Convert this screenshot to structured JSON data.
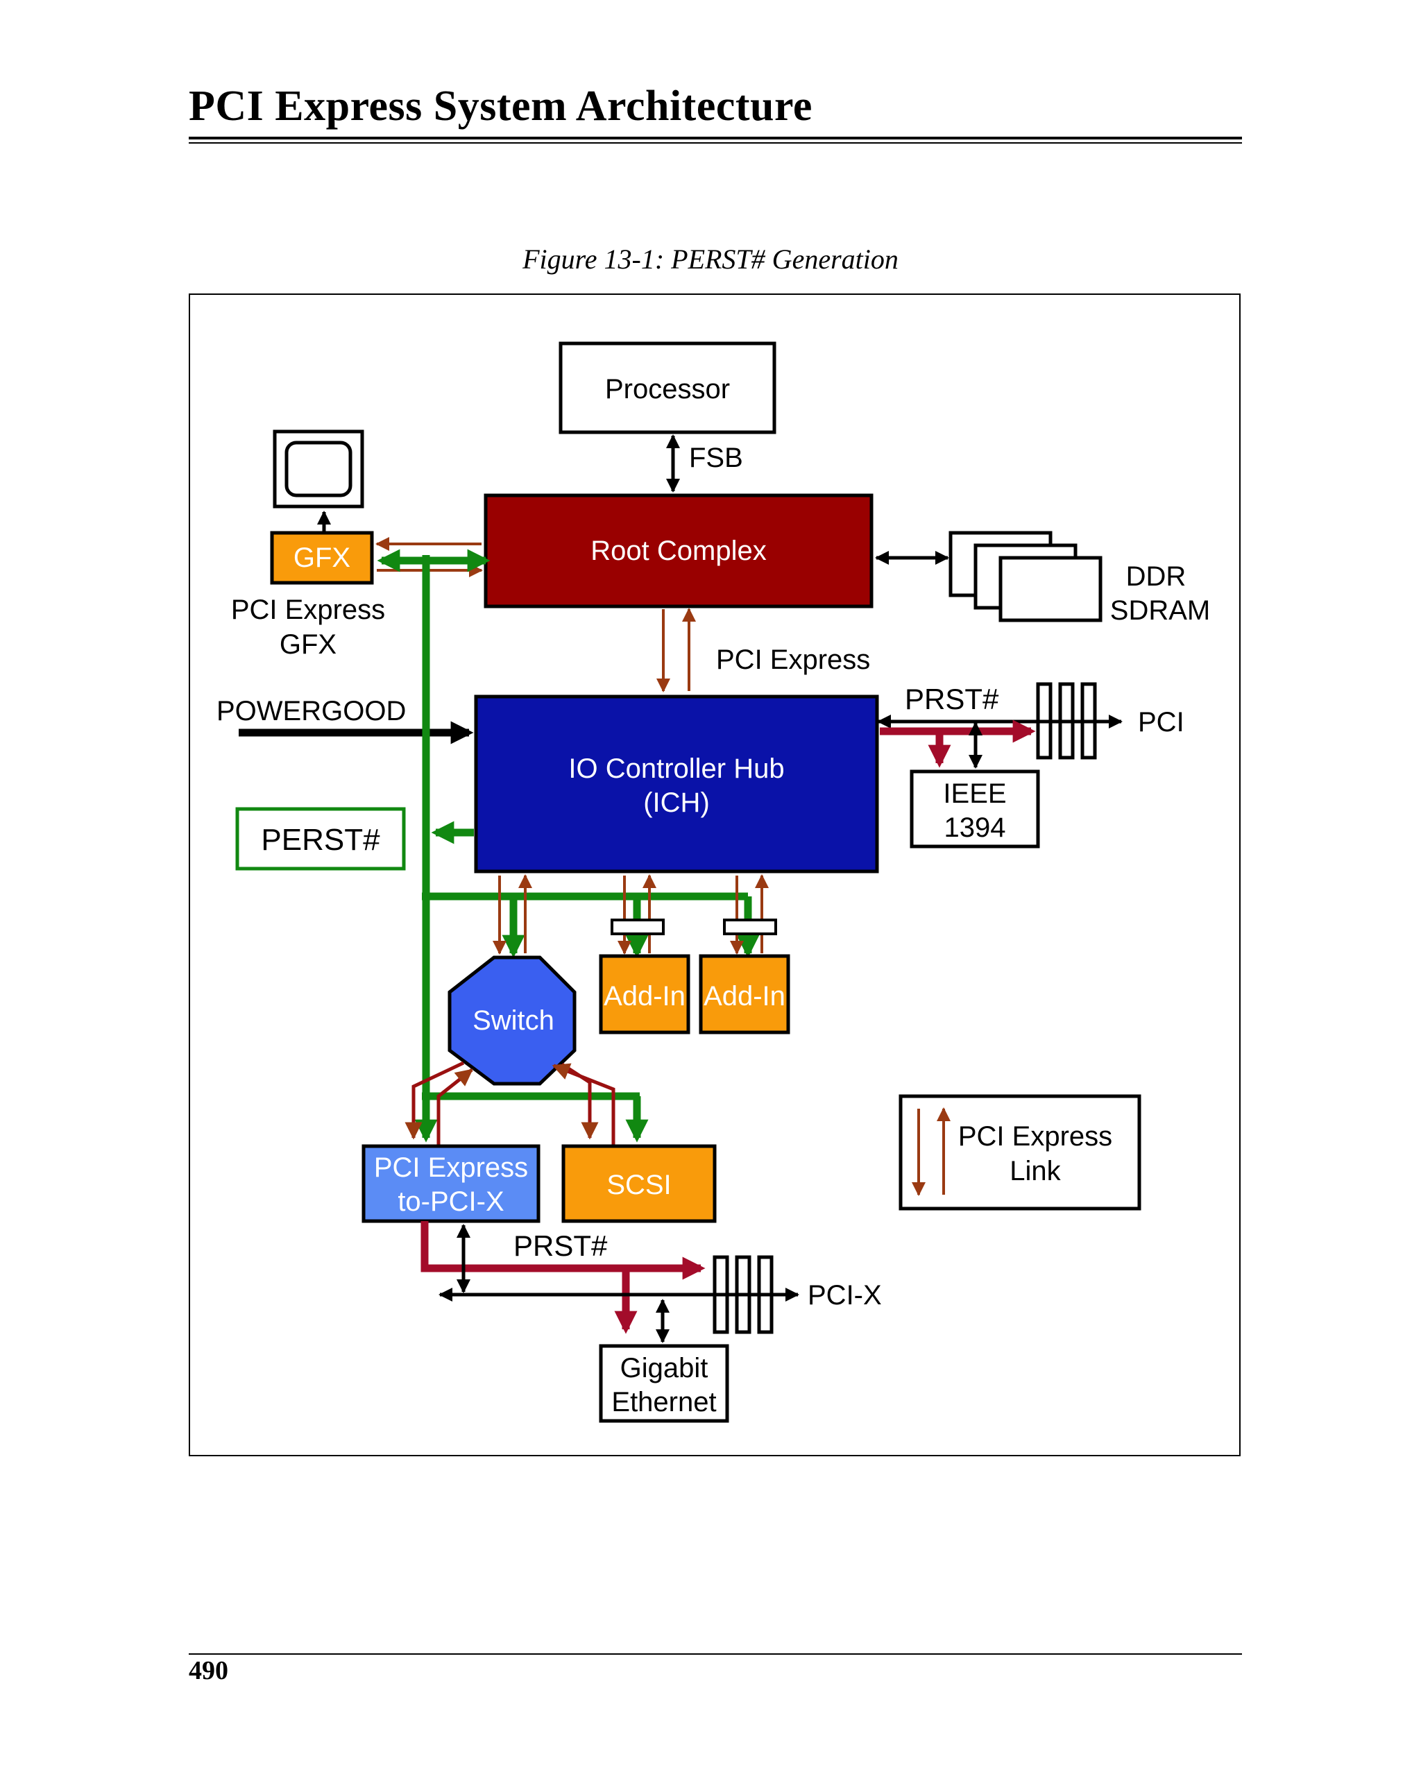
{
  "header": {
    "title": "PCI Express System Architecture"
  },
  "figure": {
    "caption": "Figure 13-1: PERST# Generation"
  },
  "diagram": {
    "processor": "Processor",
    "fsb": "FSB",
    "root_complex": "Root Complex",
    "gfx": "GFX",
    "gfx_label_line1": "PCI Express",
    "gfx_label_line2": "GFX",
    "ddr_line1": "DDR",
    "ddr_line2": "SDRAM",
    "pci_express_label": "PCI Express",
    "powergood": "POWERGOOD",
    "ich_line1": "IO Controller Hub",
    "ich_line2": "(ICH)",
    "perst": "PERST#",
    "prst_top": "PRST#",
    "pci": "PCI",
    "ieee_line1": "IEEE",
    "ieee_line2": "1394",
    "switch": "Switch",
    "addin_1": "Add-In",
    "addin_2": "Add-In",
    "pcie_to_pcix_line1": "PCI Express",
    "pcie_to_pcix_line2": "to-PCI-X",
    "scsi": "SCSI",
    "legend_line1": "PCI Express",
    "legend_line2": "Link",
    "prst_bottom": "PRST#",
    "pcix": "PCI-X",
    "gige_line1": "Gigabit",
    "gige_line2": "Ethernet"
  },
  "colors": {
    "root_complex": "#990000",
    "ich": "#0a12a8",
    "orange": "#f99b0b",
    "switch": "#3a5ff0",
    "bridge": "#5b8cf5",
    "perst_green": "#118811",
    "prst_red": "#a30c2a",
    "link_brown": "#9a3a12"
  },
  "footer": {
    "page_number": "490"
  }
}
